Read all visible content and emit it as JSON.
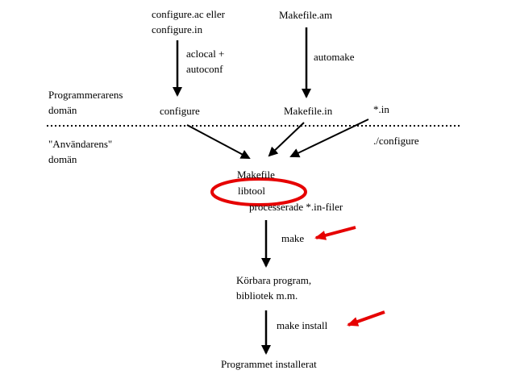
{
  "labels": {
    "configure_ac_line1": "configure.ac eller",
    "configure_ac_line2": "configure.in",
    "makefile_am": "Makefile.am",
    "aclocal_line1": "aclocal +",
    "aclocal_line2": "autoconf",
    "automake": "automake",
    "programmer_domain_line1": "Programmerarens",
    "programmer_domain_line2": "domän",
    "configure": "configure",
    "makefile_in": "Makefile.in",
    "star_in": "*.in",
    "user_domain_line1": "\"Användarens\"",
    "user_domain_line2": "domän",
    "run_configure": "./configure",
    "makefile": "Makefile",
    "libtool": "libtool",
    "processed_files": "processerade *.in-filer",
    "make": "make",
    "executables_line1": "Körbara program,",
    "executables_line2": "bibliotek m.m.",
    "make_install": "make install",
    "installed": "Programmet installerat"
  },
  "colors": {
    "ink": "#000000",
    "highlight": "#e60000"
  },
  "annotations": {
    "circle_target": "libtool",
    "arrow_targets": [
      "make",
      "make install"
    ]
  }
}
